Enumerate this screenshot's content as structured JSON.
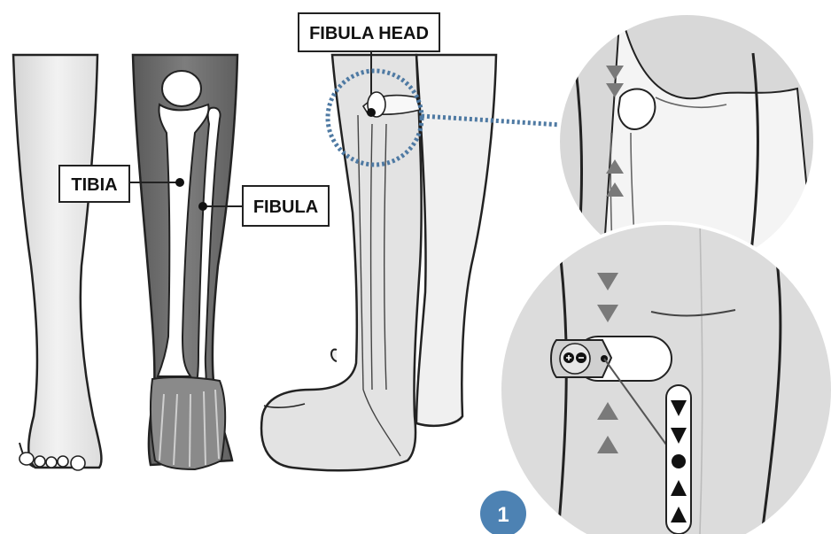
{
  "labels": {
    "tibia": "TIBIA",
    "fibula": "FIBULA",
    "fibula_head": "FIBULA HEAD"
  },
  "step": "1",
  "colors": {
    "outline": "#222222",
    "skin": "#ebebeb",
    "dark_leg": "#6e6e6e",
    "bone": "#ffffff",
    "dotted_callout": "#4f7aa3",
    "step_badge": "#4d82b3",
    "arrow_marker": "#7a7a7a"
  },
  "icons": [
    "plus-icon",
    "minus-icon",
    "arrow-down-icon",
    "arrow-up-icon",
    "dot-icon"
  ]
}
